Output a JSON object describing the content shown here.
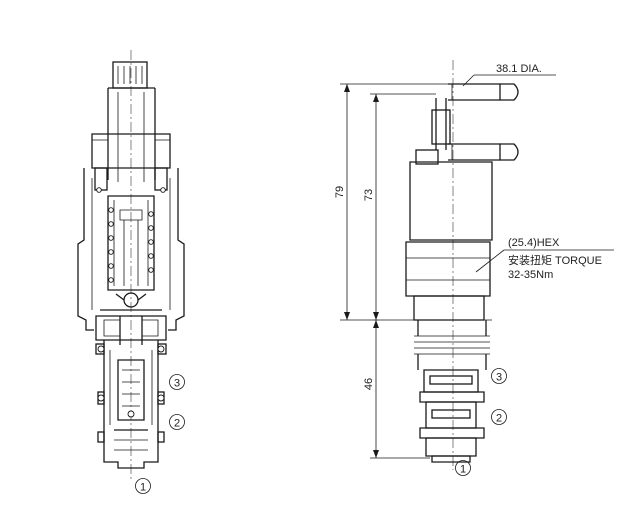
{
  "dimensions": {
    "diameter": "38.1 DIA.",
    "overall_height": "79",
    "body_height": "73",
    "lower_height": "46"
  },
  "hex_note": {
    "hex": "(25.4)HEX",
    "torque": "安装扭矩 TORQUE",
    "torque_value": "32-35Nm"
  },
  "ports": {
    "port1": "1",
    "port2": "2",
    "port3": "3"
  }
}
